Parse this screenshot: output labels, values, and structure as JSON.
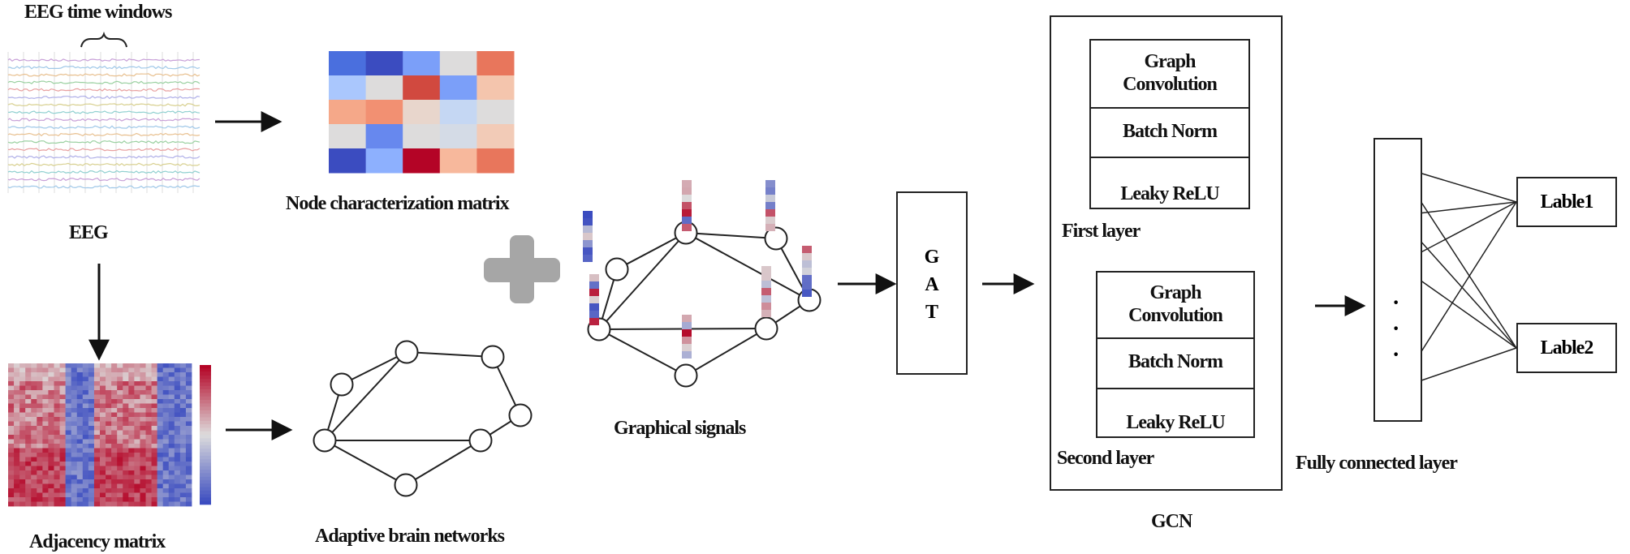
{
  "eeg": {
    "time_windows_label": "EEG time windows",
    "label": "EEG"
  },
  "node_matrix": {
    "label": "Node characterization matrix",
    "colors": [
      [
        "#4a6fde",
        "#3b4cc0",
        "#7b9ff9",
        "#dddcdc",
        "#e8765c"
      ],
      [
        "#aac7fd",
        "#dddcdc",
        "#d1493f",
        "#7b9ff9",
        "#f4c5ad"
      ],
      [
        "#f5a889",
        "#f29072",
        "#e8d6cc",
        "#c5d7f3",
        "#dddcdc"
      ],
      [
        "#dddcdc",
        "#6788ee",
        "#dddcdc",
        "#d4dbe6",
        "#f2cbb7"
      ],
      [
        "#3b4cc0",
        "#8db0fe",
        "#b40426",
        "#f7b89c",
        "#e8765c"
      ]
    ]
  },
  "adjacency": {
    "label": "Adjacency matrix"
  },
  "brain_networks": {
    "label": "Adaptive brain networks"
  },
  "graph_signals": {
    "label": "Graphical signals"
  },
  "gat": {
    "letters": [
      "G",
      "A",
      "T"
    ]
  },
  "gcn": {
    "label": "GCN",
    "first_layer_label": "First layer",
    "second_layer_label": "Second layer",
    "layer1": {
      "conv": "Graph Convolution",
      "bn": "Batch Norm",
      "relu": "Leaky ReLU"
    },
    "layer2": {
      "conv": "Graph Convolution",
      "bn": "Batch Norm",
      "relu": "Leaky ReLU"
    }
  },
  "fc": {
    "label": "Fully connected layer",
    "dots": [
      "·",
      "·",
      "·"
    ]
  },
  "outputs": {
    "label1": "Lable1",
    "label2": "Lable2"
  },
  "colors": {
    "stroke": "#222222",
    "plus": "#a6a6a6",
    "cool": "#3b4cc0",
    "warm": "#b40426"
  }
}
